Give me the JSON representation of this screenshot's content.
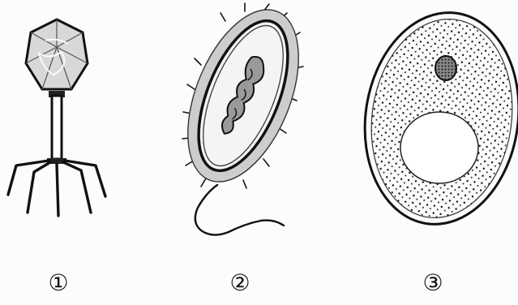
{
  "labels": {
    "phage": "①",
    "bacterium": "②",
    "cell": "③"
  },
  "colors": {
    "ink": "#111111",
    "paper": "#fcfcfc",
    "shade": "#cfcfcf"
  }
}
